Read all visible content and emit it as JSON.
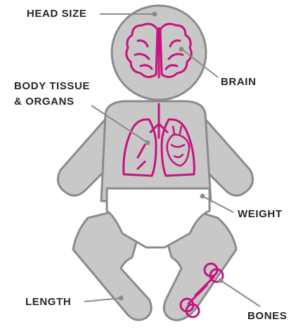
{
  "labels": {
    "head_size": "HEAD SIZE",
    "brain": "BRAIN",
    "body_tissue_line1": "BODY TISSUE",
    "body_tissue_line2": "& ORGANS",
    "weight": "WEIGHT",
    "length": "LENGTH",
    "bones": "BONES"
  },
  "colors": {
    "body_fill": "#c8c8c9",
    "body_outline": "#8b8b8d",
    "organ_accent": "#c8127d",
    "leader_line": "#8b8b8d",
    "label_text": "#262626"
  },
  "icons": [
    "brain-icon",
    "lungs-icon",
    "heart-icon",
    "bone-icon"
  ]
}
